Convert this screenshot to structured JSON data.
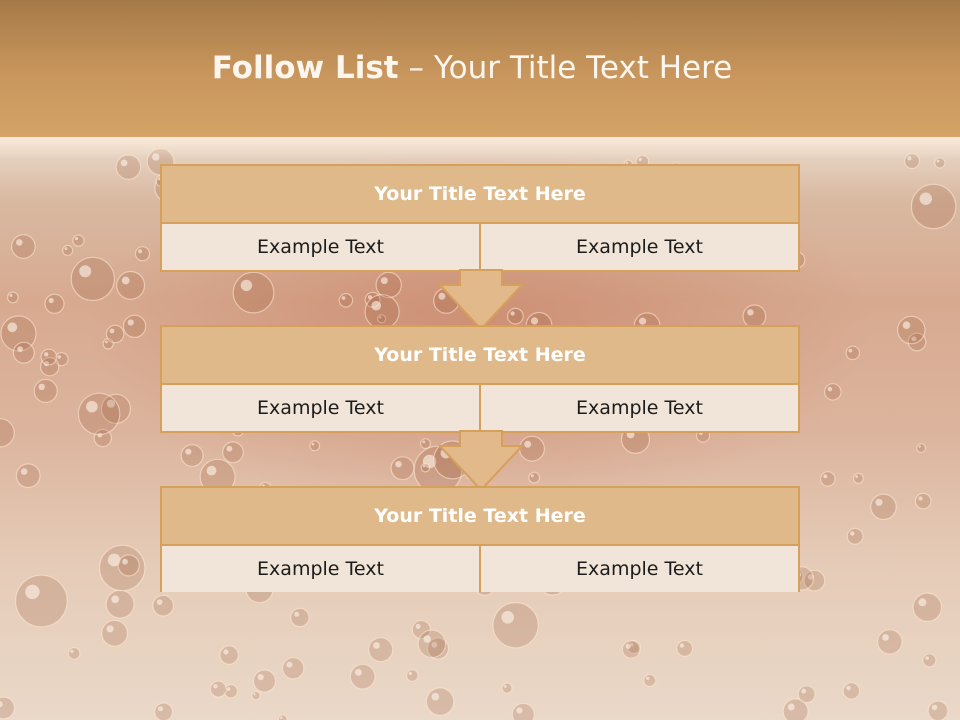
{
  "title": {
    "bold": "Follow List",
    "rest": " – Your Title Text Here"
  },
  "blocks": [
    {
      "title": "Your Title Text Here",
      "left": "Example Text",
      "right": "Example Text"
    },
    {
      "title": "Your Title Text Here",
      "left": "Example Text",
      "right": "Example Text"
    },
    {
      "title": "Your Title Text Here",
      "left": "Example Text",
      "right": "Example Text"
    }
  ],
  "colors": {
    "header": "#c9975d",
    "box_border": "#d69f5a",
    "box_title": "#dfb98a",
    "cell": "#f1e4d8"
  }
}
